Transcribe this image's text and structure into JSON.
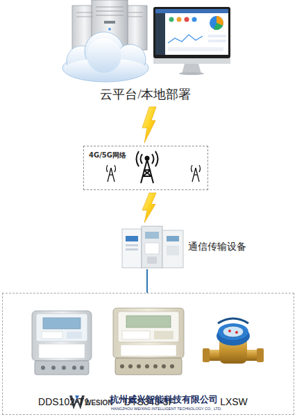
{
  "diagram": {
    "nodes": [
      {
        "text": [
          "云平台/本地部署"
        ]
      },
      {
        "text": [
          "4G/5G网络"
        ]
      },
      {
        "text": [
          "通信传输设备"
        ]
      },
      {
        "text": []
      },
      {
        "text": [
          "DDS102-T1"
        ],
        "in": 3
      },
      {
        "text": [
          "DTS343-3F"
        ],
        "in": 3
      },
      {
        "text": [
          "LXSW"
        ],
        "in": 3
      }
    ],
    "edges": [
      {
        "from": 0,
        "to": 1,
        "arrow": "none"
      },
      {
        "from": 1,
        "to": 2,
        "arrow": "none"
      },
      {
        "from": 2,
        "to": 3,
        "arrow": "none"
      }
    ],
    "labels": [
      "WESION",
      "杭州威兴智能科技有限公司",
      "HANGZHOU WEIXING INTELLIGENT TECHNOLOGY CO., LTD."
    ]
  }
}
